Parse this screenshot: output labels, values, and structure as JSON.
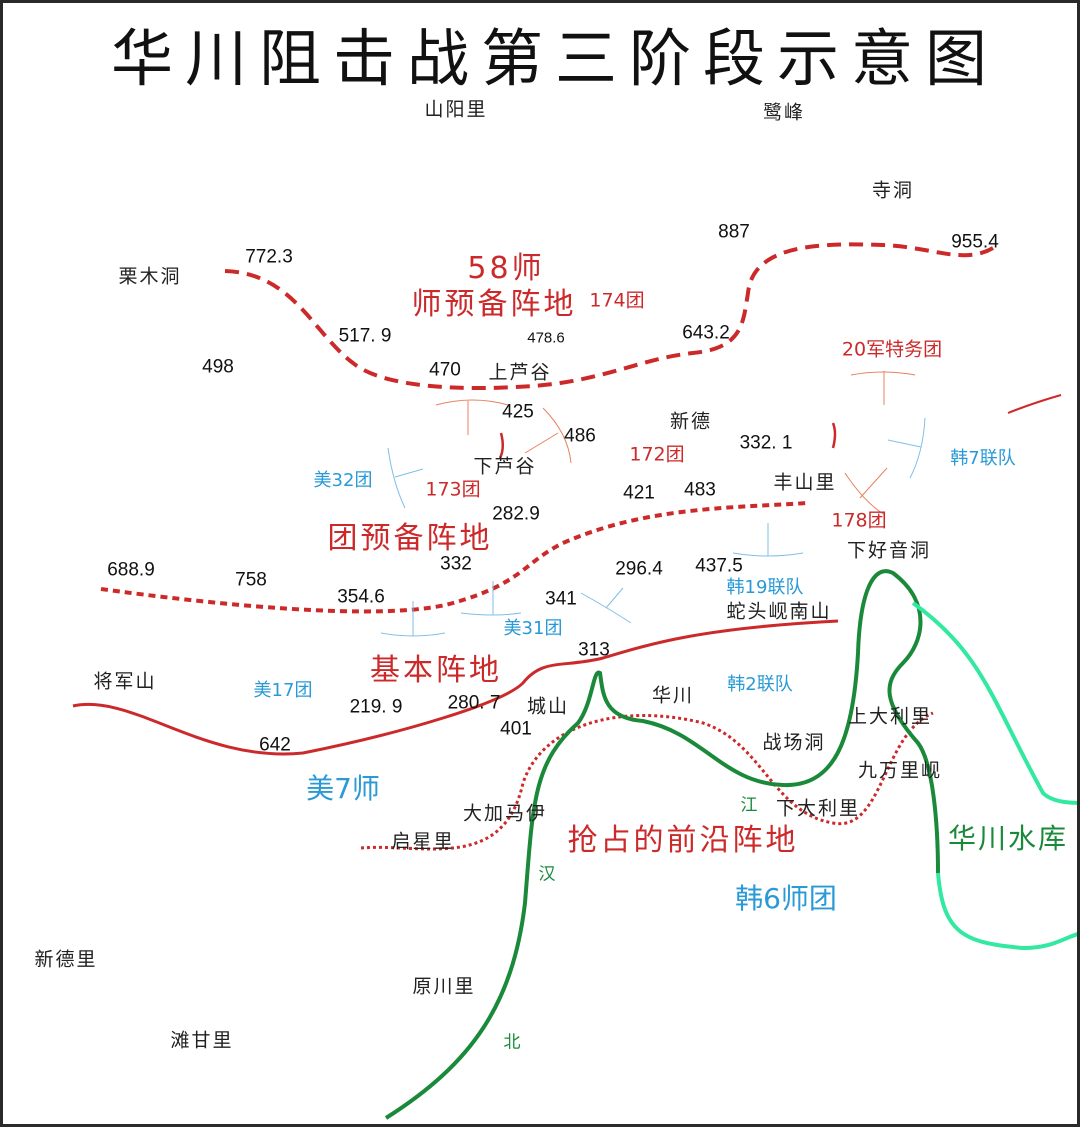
{
  "title": "华川阻击战第三阶段示意图",
  "places": {
    "shanyangli": "山阳里",
    "lufeng": "鹭峰",
    "sidong": "寺洞",
    "limudong": "栗木洞",
    "shangluogu": "上芦谷",
    "xinde": "新德",
    "xialugu": "下芦谷",
    "fengshanli": "丰山里",
    "xiahaoyindong": "下好音洞",
    "shetouxiannanshan": "蛇头岘南山",
    "jiangjunshan": "将军山",
    "chengshan": "城山",
    "huachuan": "华川",
    "shangdalili": "上大利里",
    "zhanchangdong": "战场洞",
    "jiuwanlixian": "九万里岘",
    "dajiamayi": "大加马伊",
    "xiadalili": "下大利里",
    "qixingli": "启星里",
    "xindeli": "新德里",
    "yuanchuanli": "原川里",
    "tanganli": "滩甘里"
  },
  "elevations": {
    "e887": "887",
    "e955": "955.4",
    "e772": "772.3",
    "e517": "517. 9",
    "e478": "478.6",
    "e643": "643.2",
    "e498": "498",
    "e470": "470",
    "e425": "425",
    "e486": "486",
    "e332_1": "332. 1",
    "e421": "421",
    "e483": "483",
    "e282": "282.9",
    "e688": "688.9",
    "e758": "758",
    "e332": "332",
    "e437": "437.5",
    "e296": "296.4",
    "e354": "354.6",
    "e341": "341",
    "e313": "313",
    "e219": "219. 9",
    "e280": "280. 7",
    "e401": "401",
    "e642": "642"
  },
  "chinese_units": {
    "div58": "58师",
    "div_reserve": "师预备阵地",
    "reg174": "174团",
    "army20": "20军特务团",
    "reg172": "172团",
    "reg173": "173团",
    "reg178": "178团",
    "reg_reserve": "团预备阵地",
    "main_position": "基本阵地",
    "forward_position": "抢占的前沿阵地"
  },
  "enemy_units": {
    "us32": "美32团",
    "rok7": "韩7联队",
    "rok19": "韩19联队",
    "us31": "美31团",
    "us17": "美17团",
    "rok2": "韩2联队",
    "us7div": "美7师",
    "rok6div": "韩6师团"
  },
  "water": {
    "jiang": "江",
    "han": "汉",
    "bei": "北",
    "reservoir": "华川水库"
  },
  "colors": {
    "red": "#cc2a2a",
    "blue": "#2a9ad6",
    "river": "#1a8a3a",
    "reservoir": "#33e8a0"
  }
}
